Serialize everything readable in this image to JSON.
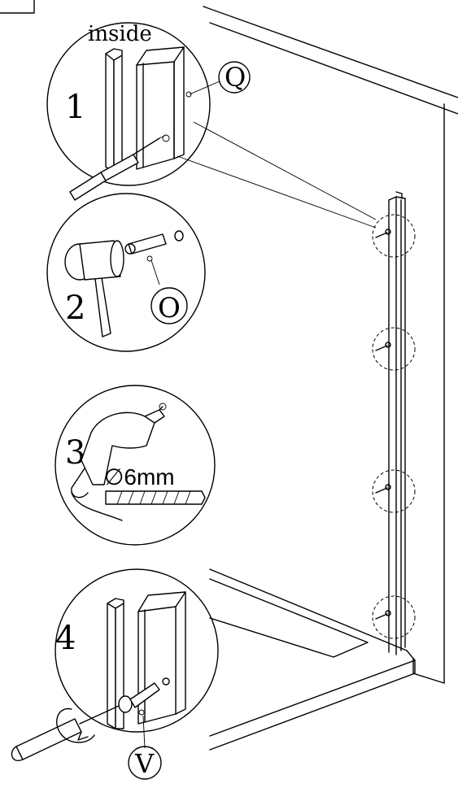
{
  "labels": {
    "inside": "inside",
    "step_1": "1",
    "step_2": "2",
    "step_3": "3",
    "step_4": "4",
    "part_q": "Q",
    "part_o": "O",
    "part_v": "V",
    "drill_size": "∅6mm"
  }
}
